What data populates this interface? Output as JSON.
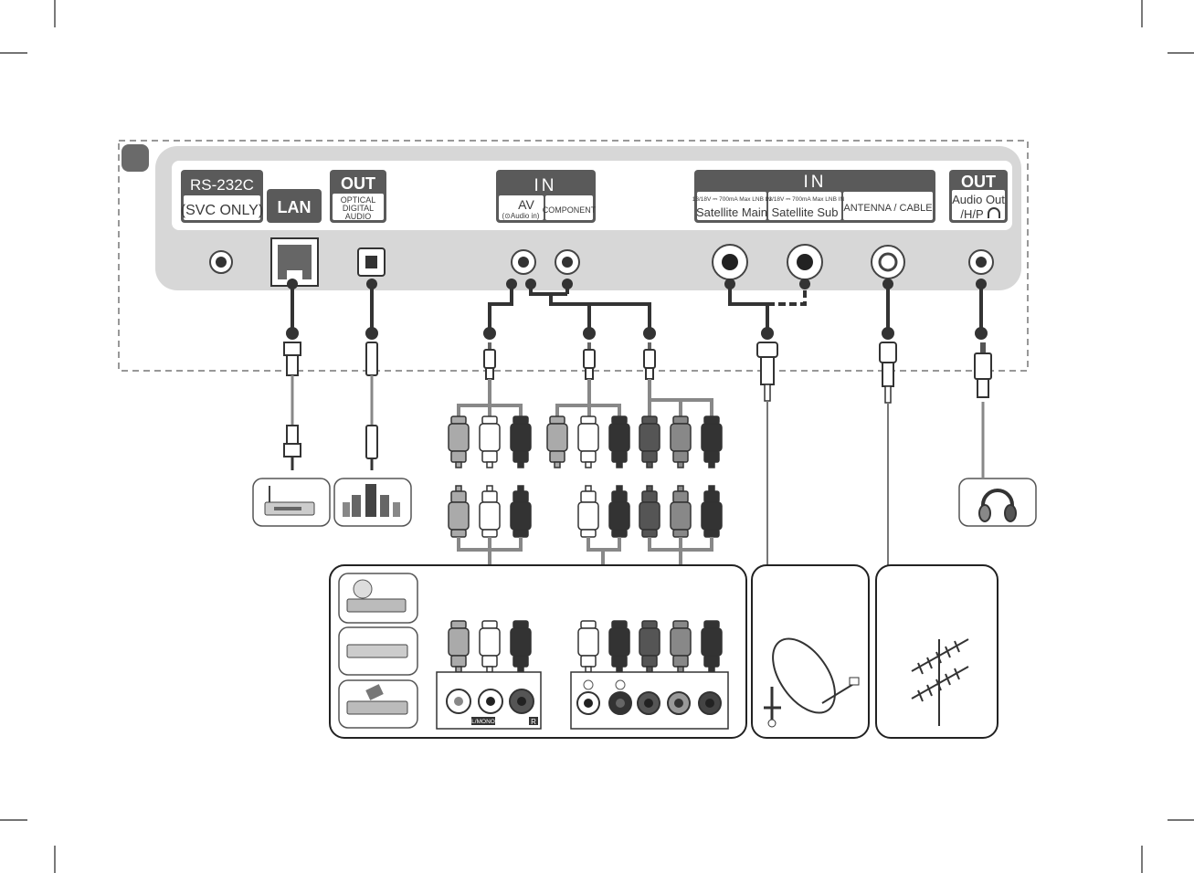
{
  "panel": {
    "rs232": {
      "title": "RS-232C",
      "sub": "(SVC ONLY)"
    },
    "lan": {
      "title": "LAN"
    },
    "optical": {
      "badge": "OUT",
      "line1": "OPTICAL",
      "line2": "DIGITAL",
      "line3": "AUDIO"
    },
    "av_group": {
      "badge": "IN",
      "av": "AV",
      "av_sub": "(⊙Audio in)",
      "component": "COMPONENT"
    },
    "sat_group": {
      "badge": "IN",
      "spec_main": "13/18V ⎓ 700mA Max LNB IN",
      "main": "Satellite Main",
      "spec_sub": "13/18V ⎓ 700mA Max LNB IN",
      "sub": "Satellite Sub",
      "antenna": "ANTENNA / CABLE"
    },
    "audio_out": {
      "badge": "OUT",
      "line1": "Audio Out",
      "line2": "/H/P"
    }
  },
  "source_jacks": {
    "left_label": "L/MONO",
    "right_label": "R"
  },
  "icons": [
    "router-icon",
    "speaker-system-icon",
    "headphones-icon",
    "dvd-player-icon",
    "set-top-box-icon",
    "camcorder-icon",
    "satellite-dish-icon",
    "antenna-icon"
  ],
  "colors": {
    "panel": "#d7d7d7",
    "badge": "#5a5a5a",
    "cable": "#3a3a3a",
    "cable_light": "#8a8a8a"
  }
}
